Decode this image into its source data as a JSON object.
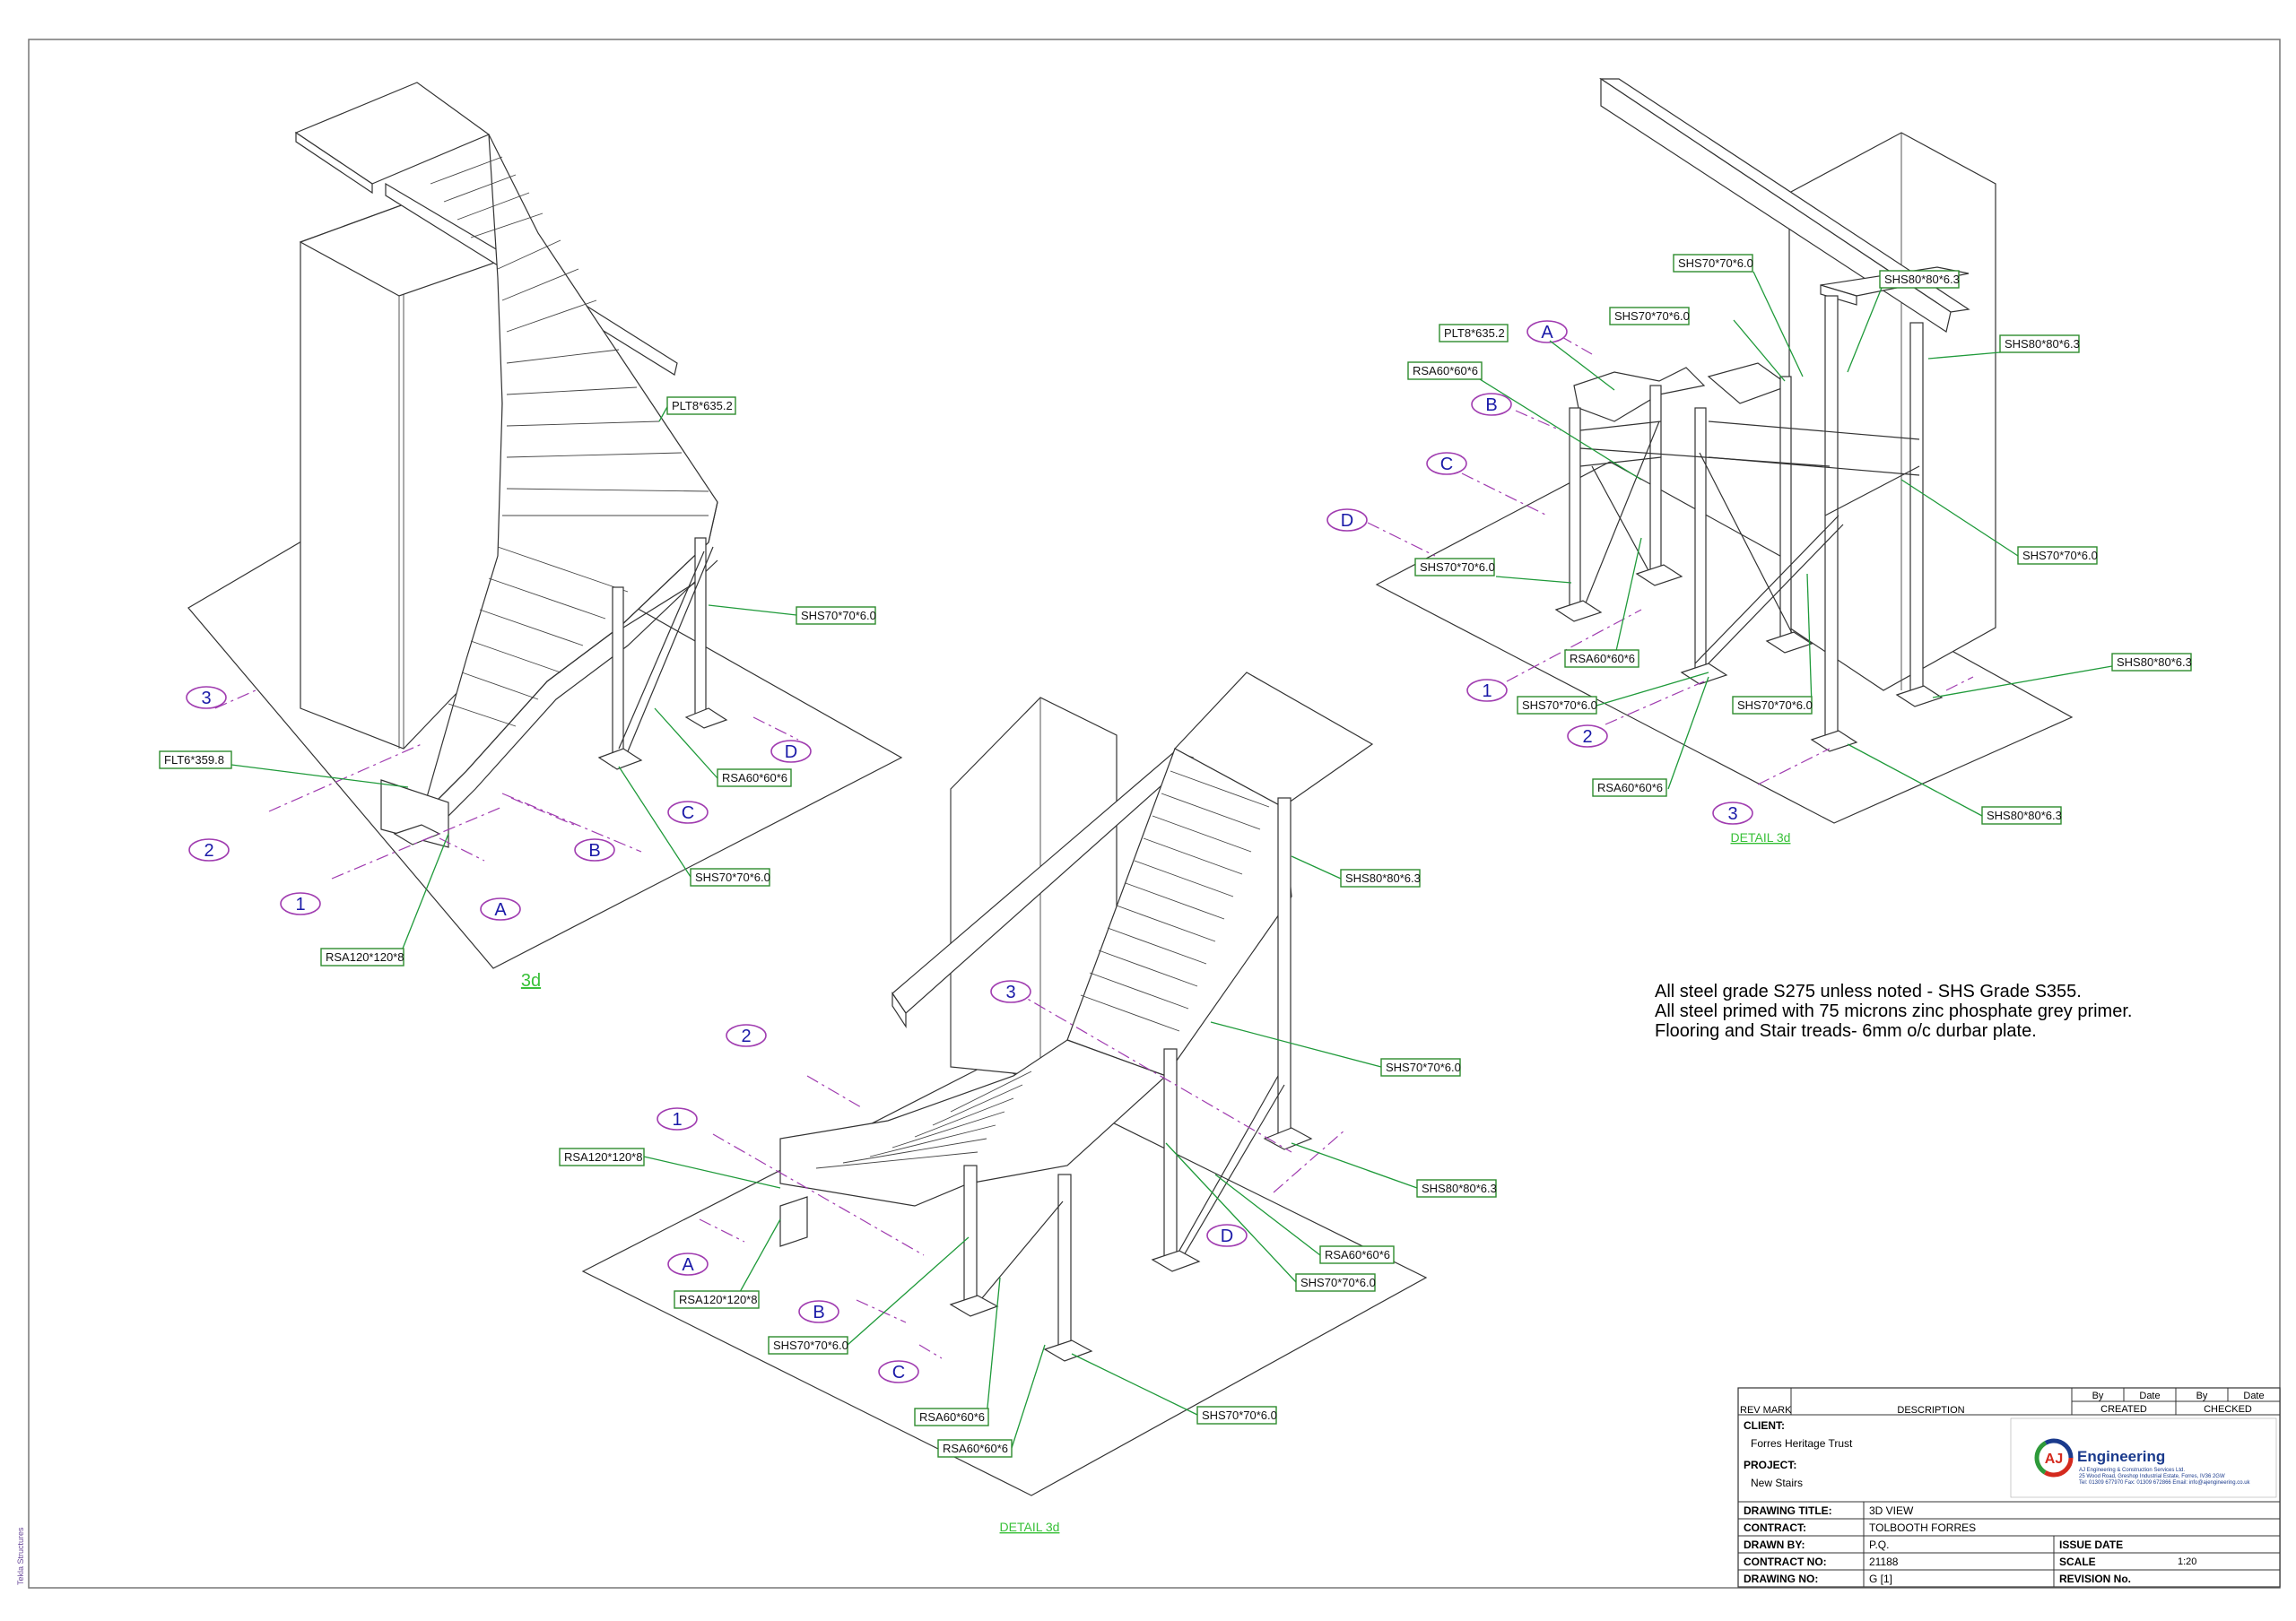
{
  "views": {
    "left": {
      "label": "3d",
      "callouts": [
        {
          "text": "PLT8*635.2"
        },
        {
          "text": "SHS70*70*6.0"
        },
        {
          "text": "FLT6*359.8"
        },
        {
          "text": "RSA60*60*6"
        },
        {
          "text": "SHS70*70*6.0"
        },
        {
          "text": "RSA120*120*8"
        }
      ],
      "grid_bubbles": [
        "3",
        "2",
        "1",
        "D",
        "C",
        "B",
        "A"
      ]
    },
    "bottom": {
      "label": "DETAIL 3d",
      "callouts": [
        {
          "text": "SHS80*80*6.3"
        },
        {
          "text": "SHS70*70*6.0"
        },
        {
          "text": "RSA120*120*8"
        },
        {
          "text": "SHS80*80*6.3"
        },
        {
          "text": "RSA60*60*6"
        },
        {
          "text": "SHS70*70*6.0"
        },
        {
          "text": "RSA120*120*8"
        },
        {
          "text": "SHS70*70*6.0"
        },
        {
          "text": "RSA60*60*6"
        },
        {
          "text": "RSA60*60*6"
        },
        {
          "text": "SHS70*70*6.0"
        }
      ],
      "grid_bubbles": [
        "3",
        "2",
        "1",
        "A",
        "B",
        "C",
        "D"
      ]
    },
    "right": {
      "label": "DETAIL 3d",
      "callouts": [
        {
          "text": "SHS70*70*6.0"
        },
        {
          "text": "SHS80*80*6.3"
        },
        {
          "text": "SHS70*70*6.0"
        },
        {
          "text": "PLT8*635.2"
        },
        {
          "text": "SHS80*80*6.3"
        },
        {
          "text": "RSA60*60*6"
        },
        {
          "text": "SHS70*70*6.0"
        },
        {
          "text": "SHS70*70*6.0"
        },
        {
          "text": "RSA60*60*6"
        },
        {
          "text": "SHS80*80*6.3"
        },
        {
          "text": "SHS70*70*6.0"
        },
        {
          "text": "SHS70*70*6.0"
        },
        {
          "text": "RSA60*60*6"
        },
        {
          "text": "SHS80*80*6.3"
        }
      ],
      "grid_bubbles": [
        "A",
        "B",
        "C",
        "D",
        "1",
        "2",
        "3"
      ]
    }
  },
  "notes": [
    "All steel grade S275 unless noted - SHS Grade S355.",
    "All steel primed with 75 microns zinc phosphate grey primer.",
    "Flooring and Stair treads- 6mm o/c durbar plate."
  ],
  "side_text": "Tekla Structures",
  "title_block": {
    "rev_header": {
      "rev_mark": "REV MARK",
      "description": "DESCRIPTION",
      "by1": "By",
      "date1": "Date",
      "by2": "By",
      "date2": "Date",
      "created": "CREATED",
      "checked": "CHECKED"
    },
    "client_label": "CLIENT:",
    "client_value": "Forres Heritage Trust",
    "project_label": "PROJECT:",
    "project_value": "New Stairs",
    "logo": {
      "mark": "AJ",
      "name": "Engineering",
      "company": "AJ Engineering & Construction Services Ltd.",
      "address": "25 Wood Road, Greshop Industrial Estate, Forres, IV36 2GW",
      "contact": "Tel: 01309 677970  Fax: 01309 672866  Email: info@ajengineering.co.uk"
    },
    "rows": {
      "drawing_title_label": "DRAWING TITLE:",
      "drawing_title_value": "3D VIEW",
      "contract_label": "CONTRACT:",
      "contract_value": "TOLBOOTH FORRES",
      "drawn_by_label": "DRAWN BY:",
      "drawn_by_value": "P.Q.",
      "issue_date_label": "ISSUE DATE",
      "contract_no_label": "CONTRACT NO:",
      "contract_no_value": "21188",
      "scale_label": "SCALE",
      "scale_value": "1:20",
      "drawing_no_label": "DRAWING NO:",
      "drawing_no_value": "G   [1]",
      "revision_label": "REVISION No."
    }
  },
  "colors": {
    "callout_border": "#2e8b2e",
    "leader": "#1f9a3a",
    "grid_line": "#a03cb0",
    "bubble_text": "#1a1aa8",
    "view_label": "#38c038",
    "logo_red": "#d42a1e",
    "logo_green": "#2e9a3a",
    "logo_blue": "#1a3a8c"
  }
}
